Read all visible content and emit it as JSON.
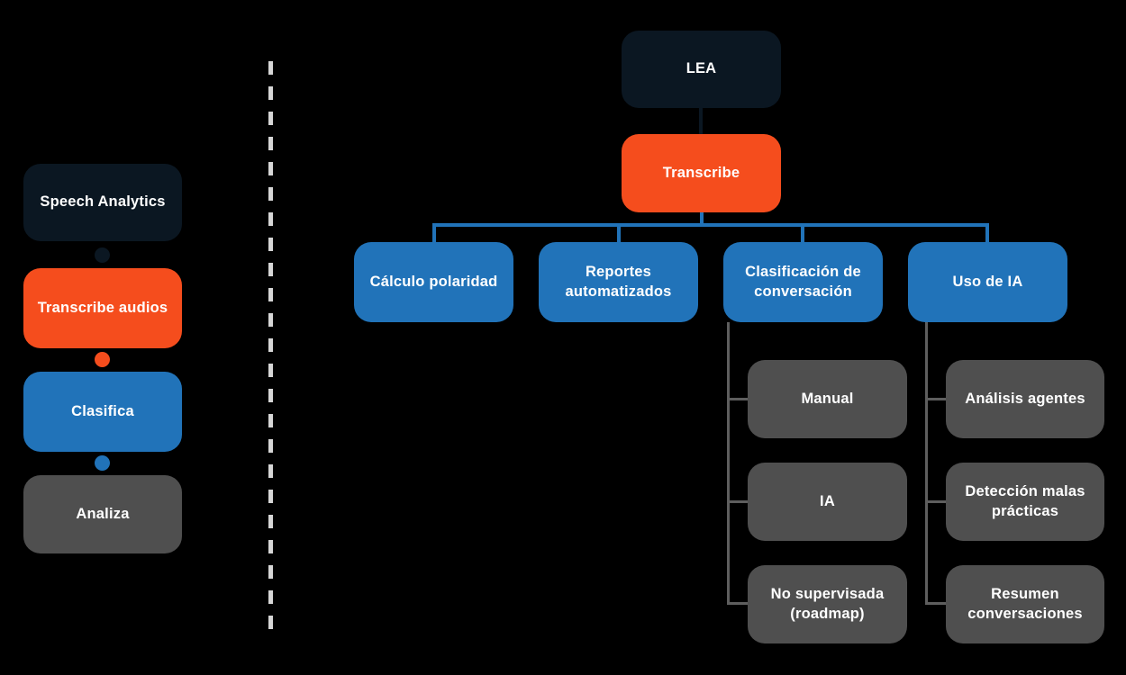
{
  "colors": {
    "background": "#000000",
    "navy": "#0B1722",
    "orange": "#F54D1D",
    "blue": "#2173B9",
    "gray": "#4F4F4F",
    "line_gray": "#5E5E5E",
    "dash": "#D6D6D6",
    "text": "#FFFFFF"
  },
  "left_flow": {
    "steps": [
      {
        "label": "Speech Analytics",
        "color": "#0B1722"
      },
      {
        "label": "Transcribe audios",
        "color": "#F54D1D"
      },
      {
        "label": "Clasifica",
        "color": "#2173B9"
      },
      {
        "label": "Analiza",
        "color": "#4F4F4F"
      }
    ],
    "dot_colors": [
      "#0B1722",
      "#F54D1D",
      "#2173B9"
    ]
  },
  "tree": {
    "root": {
      "label": "LEA",
      "color": "#0B1722"
    },
    "trunk": {
      "label": "Transcribe",
      "color": "#F54D1D"
    },
    "branches": [
      {
        "label": "Cálculo polaridad",
        "color": "#2173B9"
      },
      {
        "label": "Reportes automatizados",
        "color": "#2173B9"
      },
      {
        "label": "Clasificación de conversación",
        "color": "#2173B9"
      },
      {
        "label": "Uso de IA",
        "color": "#2173B9"
      }
    ],
    "clasificacion_children": [
      {
        "label": "Manual",
        "color": "#4F4F4F"
      },
      {
        "label": "IA",
        "color": "#4F4F4F"
      },
      {
        "label": "No supervisada (roadmap)",
        "color": "#4F4F4F"
      }
    ],
    "uso_ia_children": [
      {
        "label": "Análisis agentes",
        "color": "#4F4F4F"
      },
      {
        "label": "Detección malas prácticas",
        "color": "#4F4F4F"
      },
      {
        "label": "Resumen conversaciones",
        "color": "#4F4F4F"
      }
    ]
  }
}
